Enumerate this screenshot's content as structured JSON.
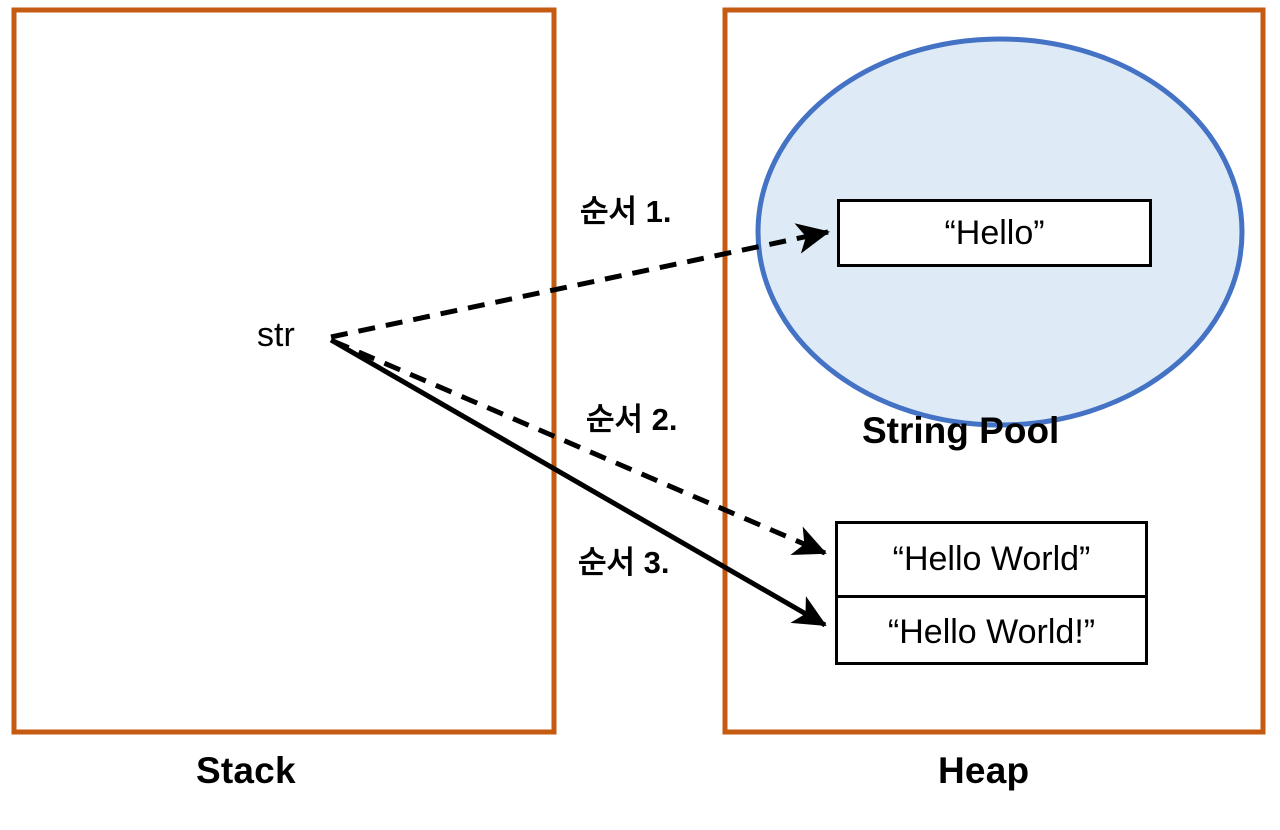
{
  "diagram": {
    "title": "Java String memory allocation: Stack, Heap and String Pool",
    "colors": {
      "region_border": "#C55A11",
      "pool_fill": "#DEEAF6",
      "pool_stroke": "#4472C4",
      "box_stroke": "#000000",
      "arrow": "#000000",
      "text": "#000000"
    }
  },
  "regions": {
    "stack": {
      "title": "Stack",
      "variable": "str"
    },
    "heap": {
      "title": "Heap",
      "pool": {
        "title": "String Pool",
        "entries": [
          {
            "value": "“Hello”"
          }
        ]
      },
      "objects": [
        {
          "value": "“Hello World”"
        },
        {
          "value": "“Hello World!”"
        }
      ]
    }
  },
  "arrows": [
    {
      "id": "step-1",
      "label": "순서 1.",
      "style": "dashed",
      "from": "str",
      "to": "“Hello”"
    },
    {
      "id": "step-2",
      "label": "순서 2.",
      "style": "dashed",
      "from": "str",
      "to": "“Hello World”"
    },
    {
      "id": "step-3",
      "label": "순서 3.",
      "style": "solid",
      "from": "str",
      "to": "“Hello World!”"
    }
  ]
}
